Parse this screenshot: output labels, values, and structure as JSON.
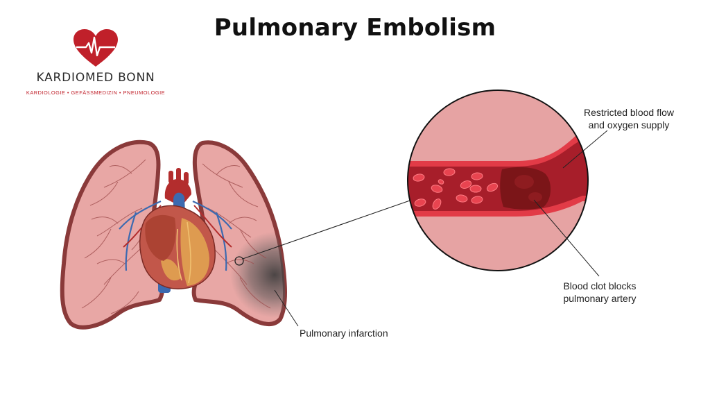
{
  "title": "Pulmonary Embolism",
  "logo": {
    "brand": "KARDIOMED BONN",
    "tagline": "KARDIOLOGIE • GEFÄSSMEDIZIN • PNEUMOLOGIE",
    "icon": "heart-with-ecg-line"
  },
  "labels": {
    "restricted_line1": "Restricted blood flow",
    "restricted_line2": "and oxygen supply",
    "clot_line1": "Blood clot blocks",
    "clot_line2": "pulmonary artery",
    "infarction": "Pulmonary infarction"
  },
  "colors": {
    "brand_red": "#c0202a",
    "lung_outline": "#8a3a3a",
    "lung_fill": "#e8a7a5",
    "vein_blue": "#3c6ab0",
    "artery_red": "#b32d2d",
    "blood_red": "#d92a37",
    "clot": "#7b1518"
  }
}
